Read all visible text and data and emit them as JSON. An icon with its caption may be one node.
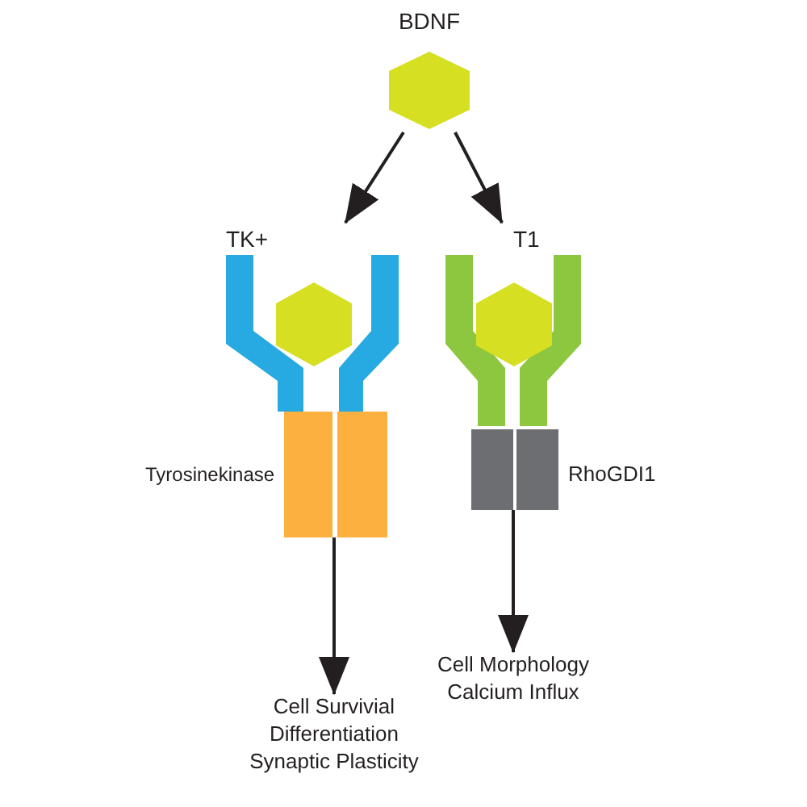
{
  "diagram": {
    "nodes": [
      {
        "text": [
          "BDNF"
        ]
      },
      {
        "text": [
          "TK+"
        ]
      },
      {
        "text": [],
        "shape": "hexagon",
        "in": 1
      },
      {
        "text": [
          "Tyrosinekinase"
        ]
      },
      {
        "text": [
          "T1"
        ]
      },
      {
        "text": [],
        "shape": "hexagon",
        "in": 4
      },
      {
        "text": [
          "RhoGDI1"
        ]
      },
      {
        "text": [
          "Cell Survivial Differentiation Synaptic Plasticity"
        ]
      },
      {
        "text": [
          "Cell Morphology Calcium Influx"
        ]
      }
    ],
    "edges": [
      {
        "from": 0,
        "to": 1,
        "arrow": "to"
      },
      {
        "from": 0,
        "to": 4,
        "arrow": "to"
      },
      {
        "from": 3,
        "to": 7,
        "arrow": "to"
      },
      {
        "from": 6,
        "to": 8,
        "arrow": "to"
      }
    ]
  }
}
